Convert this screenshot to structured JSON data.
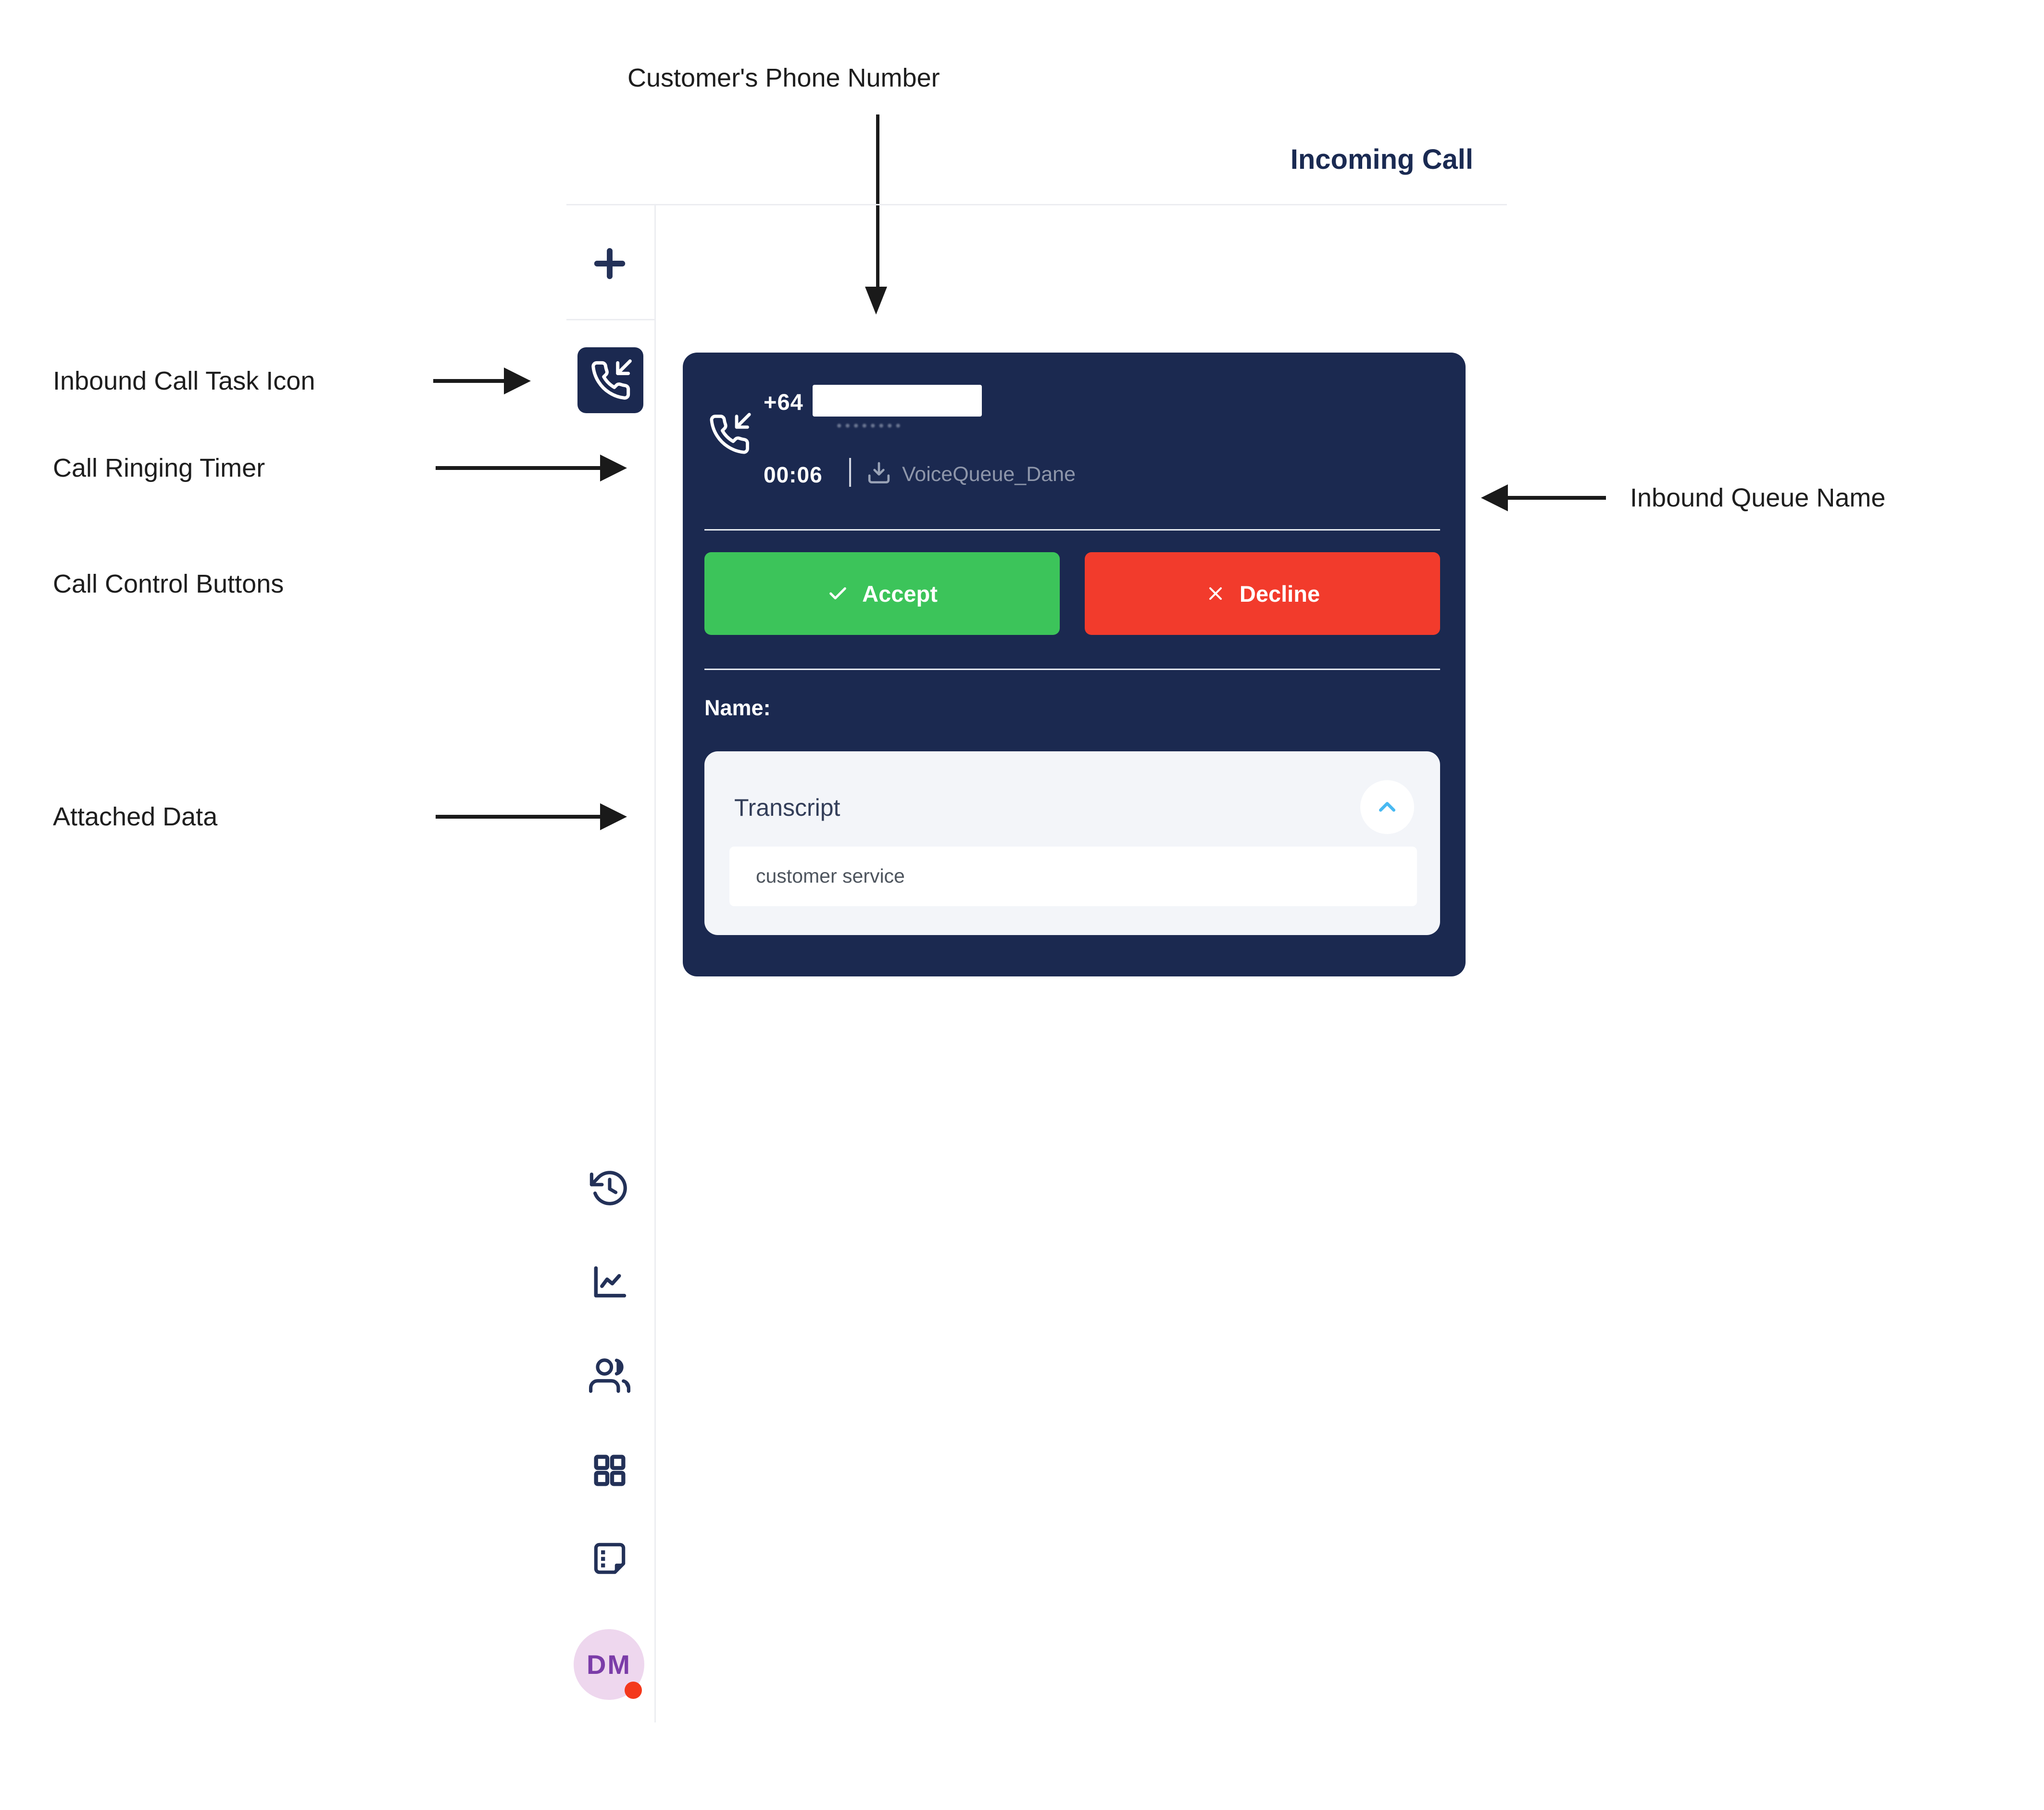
{
  "annotations": {
    "customer_phone": "Customer's Phone Number",
    "inbound_task": "Inbound Call Task Icon",
    "ringing_timer": "Call Ringing Timer",
    "call_controls": "Call Control Buttons",
    "attached_data": "Attached Data",
    "inbound_queue": "Inbound Queue Name"
  },
  "header": {
    "title": "Incoming Call"
  },
  "call_card": {
    "phone_prefix": "+64",
    "timer": "00:06",
    "queue_name": "VoiceQueue_Dane",
    "accept_label": "Accept",
    "decline_label": "Decline",
    "name_label": "Name:",
    "transcript": {
      "title": "Transcript",
      "value": "customer service"
    }
  },
  "sidebar": {
    "avatar_initials": "DM"
  },
  "colors": {
    "navy": "#1b2950",
    "accent_green": "#3cc45a",
    "accent_red": "#f23b2c",
    "chevron_blue": "#48b9f2",
    "avatar_bg": "#eed7ee",
    "avatar_text": "#7b3ca8",
    "status_dot": "#f4381c",
    "icon_navy": "#233158",
    "muted_text": "#8e96aa"
  }
}
